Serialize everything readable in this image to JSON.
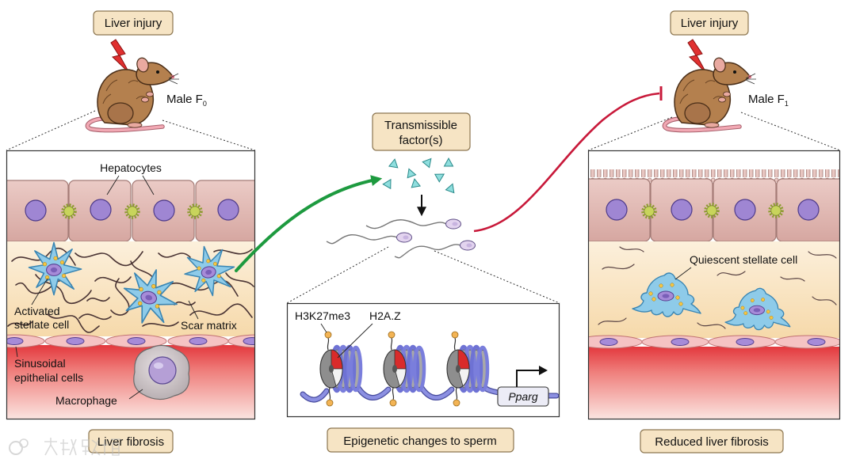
{
  "left": {
    "injury_label": "Liver injury",
    "male_label": "Male F",
    "male_sub": "0",
    "hepatocytes": "Hepatocytes",
    "activated_line1": "Activated",
    "activated_line2": "stellate cell",
    "scar_matrix": "Scar matrix",
    "sinusoidal_line1": "Sinusoidal",
    "sinusoidal_line2": "epithelial cells",
    "macrophage": "Macrophage",
    "outcome": "Liver fibrosis"
  },
  "center": {
    "factor_line1": "Transmissible",
    "factor_line2": "factor(s)",
    "mark_h3k27me3": "H3K27me3",
    "mark_h2az": "H2A.Z",
    "gene": "Pparg",
    "outcome": "Epigenetic changes to sperm"
  },
  "right": {
    "injury_label": "Liver injury",
    "male_label": "Male F",
    "male_sub": "1",
    "quiescent": "Quiescent stellate cell",
    "outcome": "Reduced liver fibrosis"
  },
  "colors": {
    "label_box_fill": "#f6e4c4",
    "inheritance_arrow": "#1d9a3f",
    "inhibition_arrow": "#c8193a",
    "stellate_cell": "#8ecbe9",
    "injury_bolt": "#e03030",
    "histone_mark": "#f3b455",
    "h2az": "#d92b2b"
  },
  "watermark": {
    "text": "大数跨境"
  }
}
